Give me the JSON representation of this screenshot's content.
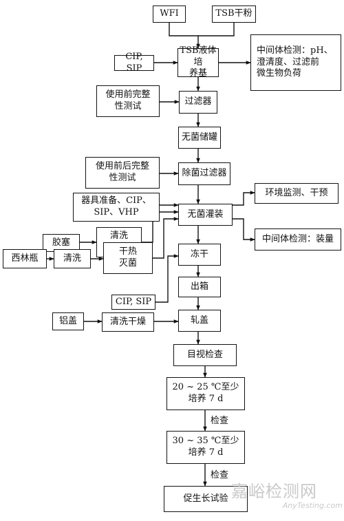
{
  "diagram": {
    "nodes": {
      "wfi": "WFI",
      "tsb_powder": "TSB干粉",
      "cip_sip_1": "CIP, SIP",
      "tsb_medium": "TSB液体培\n养基",
      "mid_test_1": "中间体检测：pH、\n澄清度、过滤前\n微生物负荷",
      "pre_integrity": "使用前完整\n性测试",
      "filter": "过滤器",
      "sterile_tank": "无菌储罐",
      "pre_post_integrity": "使用前后完整\n性测试",
      "sterilizing_filter": "除菌过滤器",
      "equipment_prep": "器具准备、CIP、\nSIP、VHP",
      "aseptic_filling": "无菌灌装",
      "env_monitor": "环境监测、干预",
      "mid_test_2": "中间体检测：装量",
      "stopper": "胶塞",
      "wash_sterilize": "清洗\n灭菌",
      "vial": "西林瓶",
      "wash": "清洗",
      "dry_heat": "干热\n灭菌",
      "freeze_dry": "冻干",
      "cip_sip_2": "CIP, SIP",
      "unload": "出箱",
      "aluminum_cap": "铝盖",
      "wash_dry": "清洗干燥",
      "capping": "轧盖",
      "visual_inspection": "目视检查",
      "incubate_20_25": "20 ~ 25 ℃至少\n培养 7 d",
      "incubate_30_35": "30 ~ 35 ℃至少\n培养 7 d",
      "growth_promotion": "促生长试验"
    },
    "edge_labels": {
      "check_1": "检查",
      "check_2": "检查"
    }
  },
  "watermark": {
    "main": "嘉峪检测网",
    "sub": "AnyTesting.com"
  },
  "colors": {
    "line": "#111111",
    "box_fill": "#ffffff",
    "watermark": "#c9c9c9"
  }
}
